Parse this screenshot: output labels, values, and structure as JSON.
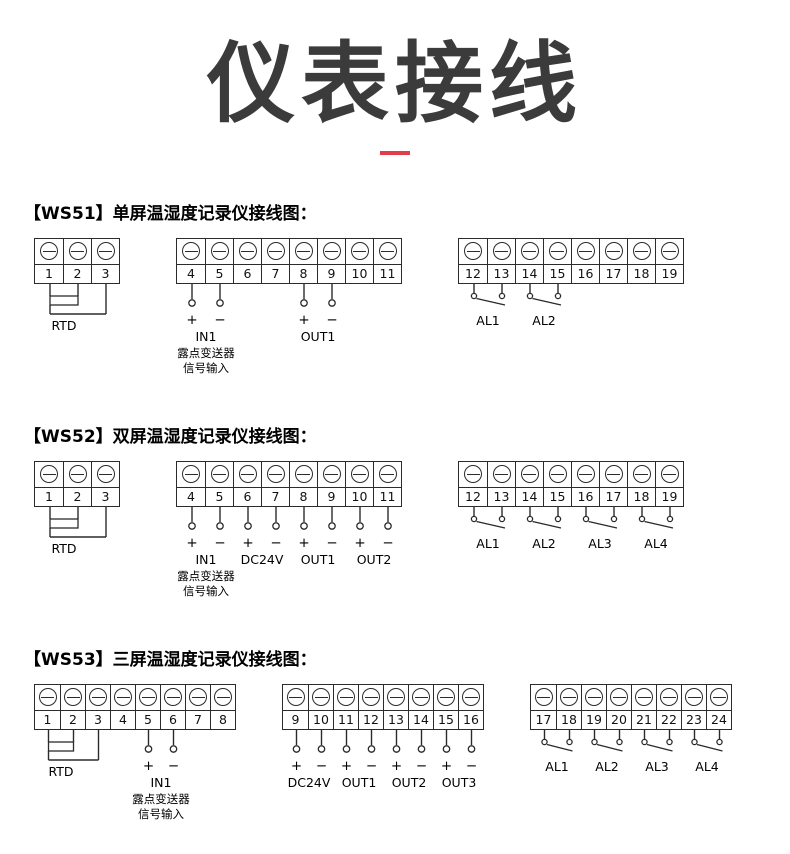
{
  "page": {
    "title": "仪表接线",
    "accent_color": "#e23c4d"
  },
  "symbols": {
    "plus": "+",
    "minus": "−"
  },
  "sections": [
    {
      "heading": "【WS51】单屏温湿度记录仪接线图：",
      "blocks": [
        {
          "terminals": [
            "1",
            "2",
            "3"
          ],
          "connections": [
            {
              "type": "rtd",
              "i1": 0,
              "i2": 1,
              "i3": 2,
              "label": "RTD"
            }
          ]
        },
        {
          "terminals": [
            "4",
            "5",
            "6",
            "7",
            "8",
            "9",
            "10",
            "11"
          ],
          "connections": [
            {
              "type": "pair",
              "plus": 0,
              "minus": 1,
              "label": "IN1",
              "sublabels": [
                "露点变送器",
                "信号输入"
              ]
            },
            {
              "type": "pair",
              "plus": 4,
              "minus": 5,
              "label": "OUT1",
              "sublabels": []
            }
          ]
        },
        {
          "terminals": [
            "12",
            "13",
            "14",
            "15",
            "16",
            "17",
            "18",
            "19"
          ],
          "connections": [
            {
              "type": "switch",
              "a": 0,
              "b": 1,
              "label": "AL1"
            },
            {
              "type": "switch",
              "a": 2,
              "b": 3,
              "label": "AL2"
            }
          ]
        }
      ]
    },
    {
      "heading": "【WS52】双屏温湿度记录仪接线图：",
      "blocks": [
        {
          "terminals": [
            "1",
            "2",
            "3"
          ],
          "connections": [
            {
              "type": "rtd",
              "i1": 0,
              "i2": 1,
              "i3": 2,
              "label": "RTD"
            }
          ]
        },
        {
          "terminals": [
            "4",
            "5",
            "6",
            "7",
            "8",
            "9",
            "10",
            "11"
          ],
          "connections": [
            {
              "type": "pair",
              "plus": 0,
              "minus": 1,
              "label": "IN1",
              "sublabels": [
                "露点变送器",
                "信号输入"
              ]
            },
            {
              "type": "pair",
              "plus": 2,
              "minus": 3,
              "label": "DC24V",
              "sublabels": []
            },
            {
              "type": "pair",
              "plus": 4,
              "minus": 5,
              "label": "OUT1",
              "sublabels": []
            },
            {
              "type": "pair",
              "plus": 6,
              "minus": 7,
              "label": "OUT2",
              "sublabels": []
            }
          ]
        },
        {
          "terminals": [
            "12",
            "13",
            "14",
            "15",
            "16",
            "17",
            "18",
            "19"
          ],
          "connections": [
            {
              "type": "switch",
              "a": 0,
              "b": 1,
              "label": "AL1"
            },
            {
              "type": "switch",
              "a": 2,
              "b": 3,
              "label": "AL2"
            },
            {
              "type": "switch",
              "a": 4,
              "b": 5,
              "label": "AL3"
            },
            {
              "type": "switch",
              "a": 6,
              "b": 7,
              "label": "AL4"
            }
          ]
        }
      ]
    },
    {
      "heading": "【WS53】三屏温湿度记录仪接线图：",
      "blocks": [
        {
          "terminals": [
            "1",
            "2",
            "3",
            "4",
            "5",
            "6",
            "7",
            "8"
          ],
          "connections": [
            {
              "type": "rtd",
              "i1": 0,
              "i2": 1,
              "i3": 2,
              "label": "RTD"
            },
            {
              "type": "pair",
              "plus": 4,
              "minus": 5,
              "label": "IN1",
              "sublabels": [
                "露点变送器",
                "信号输入"
              ]
            }
          ]
        },
        {
          "terminals": [
            "9",
            "10",
            "11",
            "12",
            "13",
            "14",
            "15",
            "16"
          ],
          "connections": [
            {
              "type": "pair",
              "plus": 0,
              "minus": 1,
              "label": "DC24V",
              "sublabels": []
            },
            {
              "type": "pair",
              "plus": 2,
              "minus": 3,
              "label": "OUT1",
              "sublabels": []
            },
            {
              "type": "pair",
              "plus": 4,
              "minus": 5,
              "label": "OUT2",
              "sublabels": []
            },
            {
              "type": "pair",
              "plus": 6,
              "minus": 7,
              "label": "OUT3",
              "sublabels": []
            }
          ]
        },
        {
          "terminals": [
            "17",
            "18",
            "19",
            "20",
            "21",
            "22",
            "23",
            "24"
          ],
          "connections": [
            {
              "type": "switch",
              "a": 0,
              "b": 1,
              "label": "AL1"
            },
            {
              "type": "switch",
              "a": 2,
              "b": 3,
              "label": "AL2"
            },
            {
              "type": "switch",
              "a": 4,
              "b": 5,
              "label": "AL3"
            },
            {
              "type": "switch",
              "a": 6,
              "b": 7,
              "label": "AL4"
            }
          ]
        }
      ]
    }
  ]
}
